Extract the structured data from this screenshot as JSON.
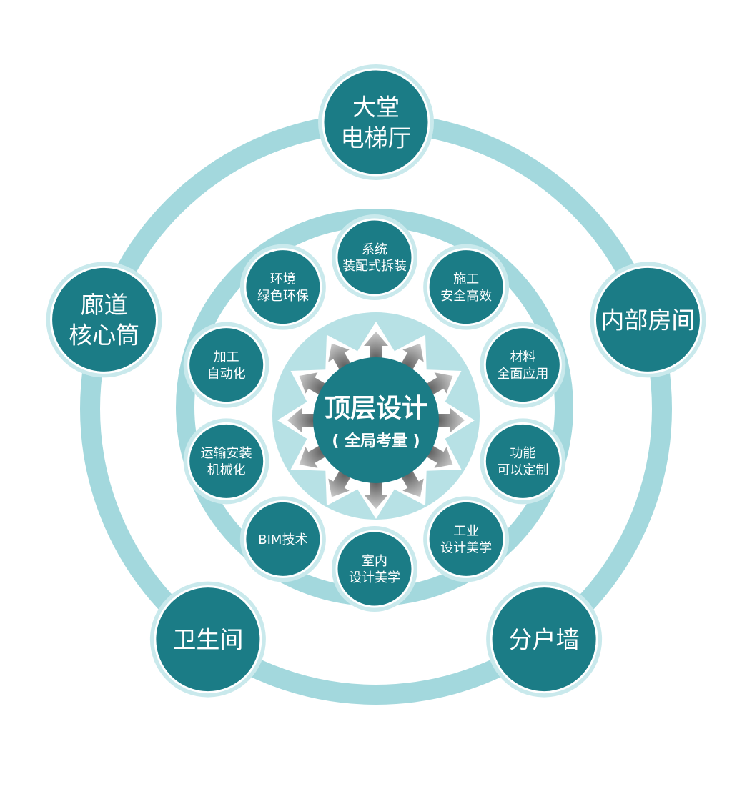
{
  "colors": {
    "ring": "#a3d8dd",
    "ring_dark": "#8ccbd1",
    "node": "#1b7c86",
    "node_border": "#ffffff",
    "halo": "#c9e9ec",
    "arrow_dark": "#6e6e6e",
    "text": "#ffffff"
  },
  "center": {
    "title": "顶层设计",
    "subtitle": "( 全局考量 )"
  },
  "outer_nodes": [
    {
      "lines": [
        "大堂",
        "电梯厅"
      ]
    },
    {
      "lines": [
        "内部房间"
      ]
    },
    {
      "lines": [
        "分户墙"
      ]
    },
    {
      "lines": [
        "卫生间"
      ]
    },
    {
      "lines": [
        "廊道",
        "核心筒"
      ]
    }
  ],
  "inner_nodes": [
    {
      "lines": [
        "系统",
        "装配式拆装"
      ]
    },
    {
      "lines": [
        "施工",
        "安全高效"
      ]
    },
    {
      "lines": [
        "材料",
        "全面应用"
      ]
    },
    {
      "lines": [
        "功能",
        "可以定制"
      ]
    },
    {
      "lines": [
        "工业",
        "设计美学"
      ]
    },
    {
      "lines": [
        "室内",
        "设计美学"
      ]
    },
    {
      "lines": [
        "BIM技术"
      ]
    },
    {
      "lines": [
        "运输安装",
        "机械化"
      ]
    },
    {
      "lines": [
        "加工",
        "自动化"
      ]
    },
    {
      "lines": [
        "环境",
        "绿色环保"
      ]
    }
  ]
}
